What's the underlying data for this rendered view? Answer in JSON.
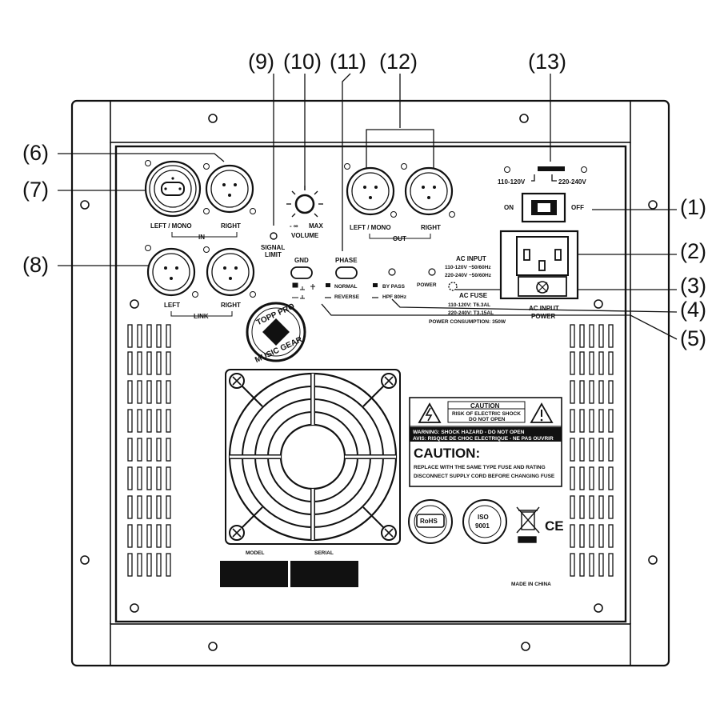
{
  "callouts": {
    "c1": "(1)",
    "c2": "(2)",
    "c3": "(3)",
    "c4": "(4)",
    "c5": "(5)",
    "c6": "(6)",
    "c7": "(7)",
    "c8": "(8)",
    "c9": "(9)",
    "c10": "(10)",
    "c11": "(11)",
    "c12": "(12)",
    "c13": "(13)"
  },
  "input": {
    "left_mono": "LEFT / MONO",
    "right": "RIGHT",
    "group": "IN"
  },
  "link": {
    "left": "LEFT",
    "right": "RIGHT",
    "group": "LINK"
  },
  "output": {
    "left_mono": "LEFT / MONO",
    "right": "RIGHT",
    "group": "OUT"
  },
  "controls": {
    "signal_limit_1": "SIGNAL",
    "signal_limit_2": "LIMIT",
    "volume": "VOLUME",
    "vol_min": "- ∞",
    "vol_max": "MAX",
    "gnd": "GND",
    "phase": "PHASE",
    "normal": "NORMAL",
    "reverse": "REVERSE",
    "bypass": "BY PASS",
    "hpf": "HPF 80Hz",
    "power": "POWER"
  },
  "ac": {
    "input_title": "AC INPUT",
    "input_110": "110-120V ~50/60Hz",
    "input_220": "220-240V ~50/60Hz",
    "fuse_title": "AC FUSE",
    "fuse_110": "110-120V: T6.3AL",
    "fuse_220": "220-240V: T3.15AL",
    "consumption": "POWER CONSUMPTION: 350W",
    "socket_1": "AC INPUT",
    "socket_2": "POWER",
    "volt_110": "110-120V",
    "volt_220": "220-240V",
    "on": "ON",
    "off": "OFF"
  },
  "brand": {
    "line1": "TOPP PRO",
    "line2": "MUSIC GEAR"
  },
  "caution_label": {
    "title": "CAUTION",
    "risk_1": "RISK OF ELECTRIC SHOCK",
    "risk_2": "DO NOT OPEN",
    "warning": "WARNING: SHOCK HAZARD - DO NOT OPEN",
    "avis": "AVIS: RISQUE DE CHOC ELECTRIQUE - NE PAS OUVRIR",
    "big": "CAUTION:",
    "line1": "REPLACE WITH THE SAME TYPE FUSE AND RATING",
    "line2": "DISCONNECT SUPPLY CORD BEFORE CHANGING FUSE"
  },
  "certs": {
    "rohs": "RoHS",
    "iso_1": "ISO",
    "iso_2": "9001",
    "ce": "CE"
  },
  "plate": {
    "model": "MODEL",
    "serial": "SERIAL",
    "made_in": "MADE IN CHINA"
  }
}
